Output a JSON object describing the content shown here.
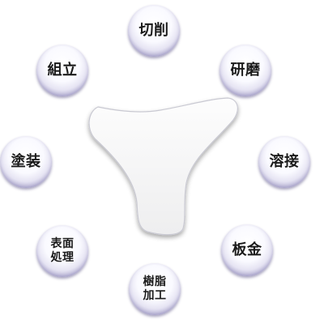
{
  "diagram": {
    "center": {
      "shape": "three-lobed white part (concave triangle)",
      "fill": "#ffffff",
      "stroke": "#cfcfd6"
    },
    "bubble_colors": {
      "highlight": "#ffffff",
      "rim": "#8e88b7",
      "text": "#1a1a1a"
    },
    "processes": {
      "cutting": "切削",
      "grinding": "研磨",
      "welding": "溶接",
      "sheet_metal": "板金",
      "resin_line1": "樹脂",
      "resin_line2": "加工",
      "surface_line1": "表面",
      "surface_line2": "処理",
      "painting": "塗装",
      "assembly": "組立"
    }
  }
}
